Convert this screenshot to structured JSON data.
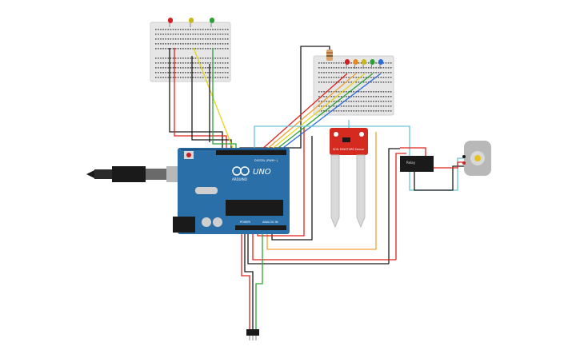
{
  "arduino": {
    "brand": "UNO",
    "model": "ARDUINO",
    "header_digital": "DIGITAL (PWM~)",
    "header_power": "POWER",
    "header_analog": "ANALOG IN"
  },
  "soil_sensor": {
    "label": "SOIL MOISTURE Sensor"
  },
  "relay": {
    "label": "Relay"
  },
  "colors": {
    "board": "#2b6fa8",
    "breadboard": "#e6e6e6",
    "sensor": "#d42a1f",
    "wire_red": "#e0231c",
    "wire_black": "#1a1a1a",
    "wire_green": "#2aa336",
    "wire_yellow": "#e8d21a",
    "wire_blue": "#2a6ae0",
    "wire_orange": "#f0a030",
    "wire_cyan": "#6ac3d8"
  },
  "leds_left": [
    "red",
    "yellow",
    "green"
  ],
  "leds_right": [
    "red",
    "orange",
    "yellow",
    "green",
    "blue"
  ]
}
